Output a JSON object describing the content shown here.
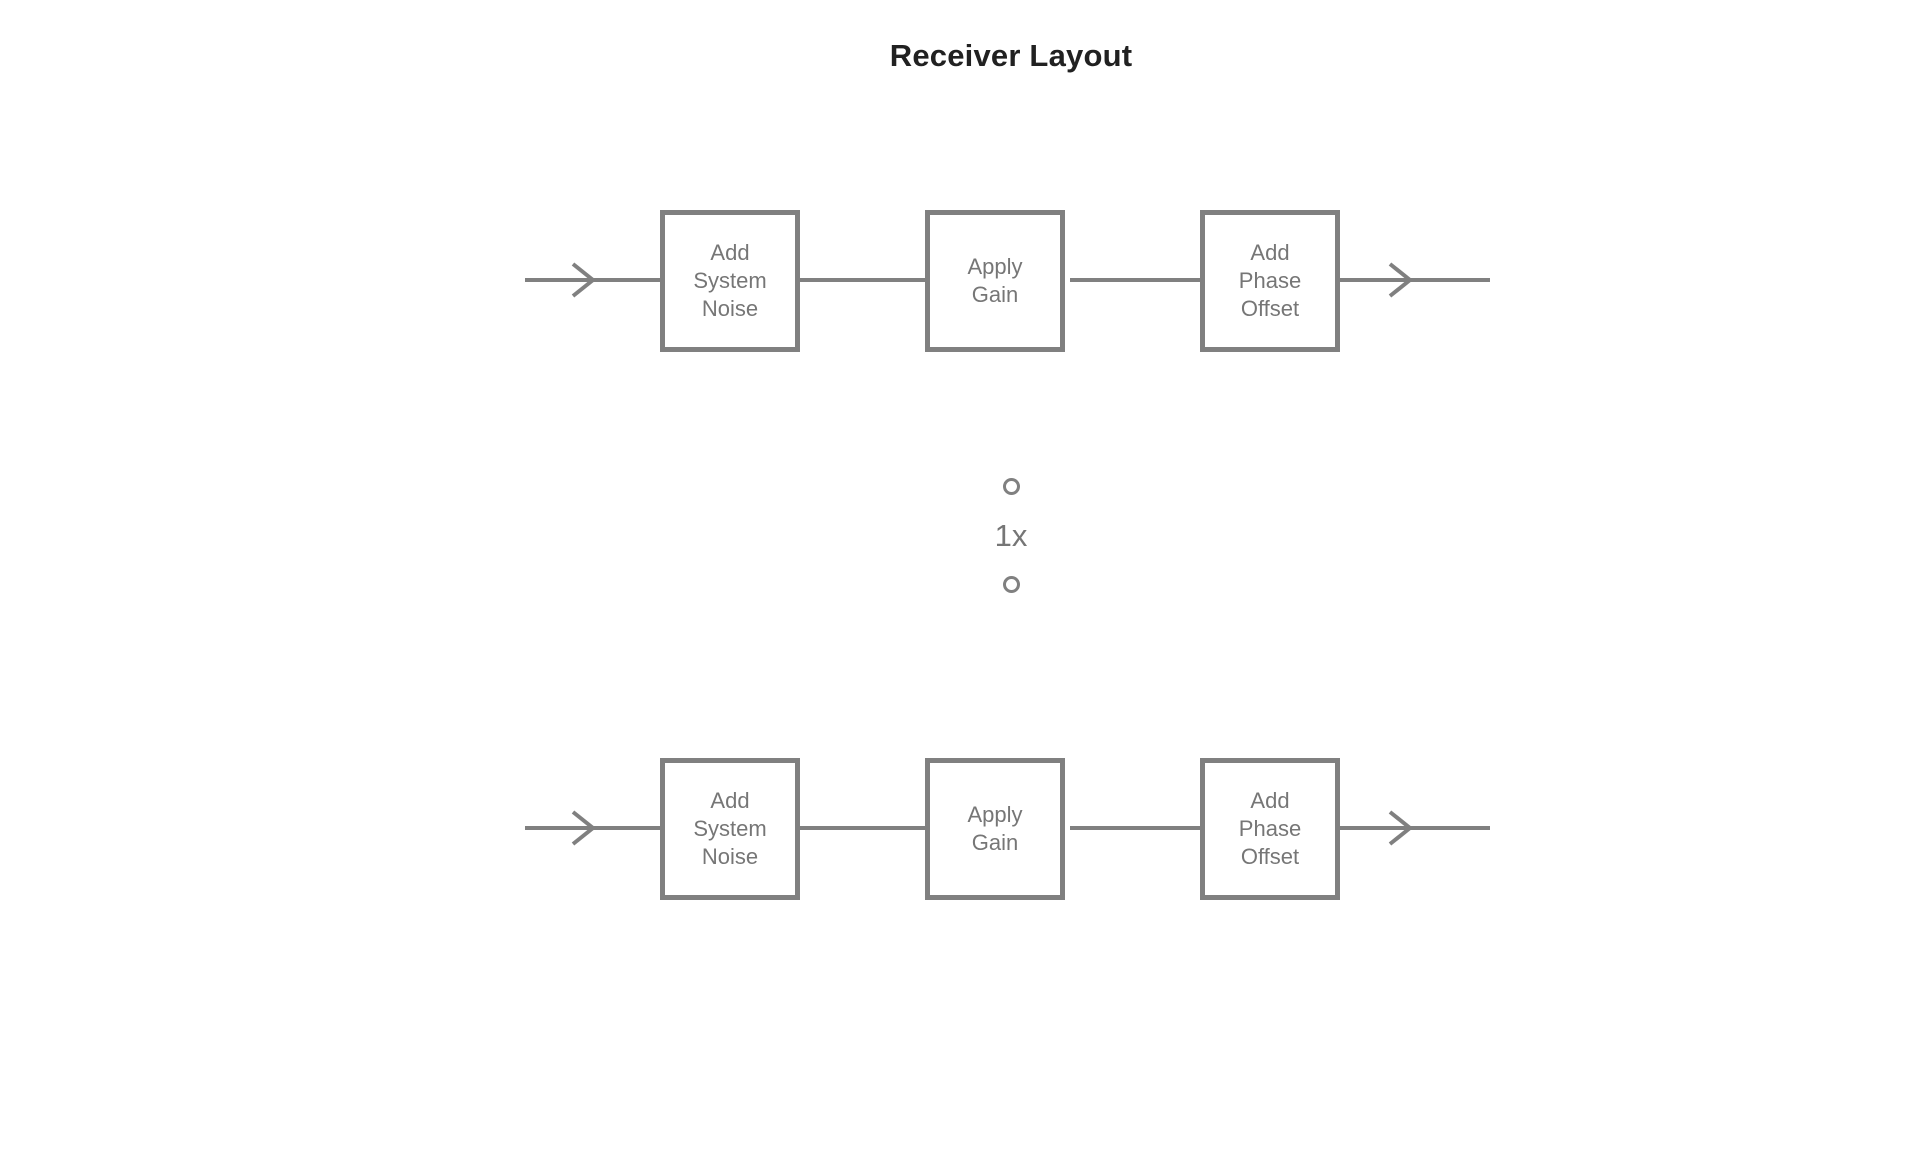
{
  "diagram": {
    "title": "Receiver Layout",
    "background_color": "#ffffff",
    "stroke_color": "#808080",
    "label_color": "#767676",
    "title_color": "#212121",
    "chains": [
      {
        "id": "chain-top",
        "input_arrow_icon": "arrow-right-icon",
        "output_arrow_icon": "arrow-right-icon",
        "blocks": [
          {
            "label": "Add\nSystem\nNoise",
            "name": "add-system-noise"
          },
          {
            "label": "Apply\nGain",
            "name": "apply-gain"
          },
          {
            "label": "Add\nPhase\nOffset",
            "name": "add-phase-offset"
          }
        ]
      },
      {
        "id": "chain-bottom",
        "input_arrow_icon": "arrow-right-icon",
        "output_arrow_icon": "arrow-right-icon",
        "blocks": [
          {
            "label": "Add\nSystem\nNoise",
            "name": "add-system-noise"
          },
          {
            "label": "Apply\nGain",
            "name": "apply-gain"
          },
          {
            "label": "Add\nPhase\nOffset",
            "name": "add-phase-offset"
          }
        ]
      }
    ],
    "repeat_indicator": {
      "count_label": "1x",
      "dot_icon": "circle-outline-icon",
      "dots_above": 1,
      "dots_below": 1
    }
  }
}
